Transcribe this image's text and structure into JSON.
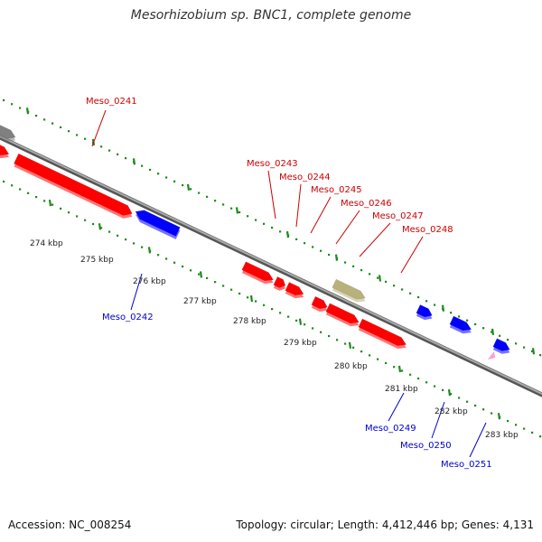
{
  "title": "Mesorhizobium sp. BNC1, complete genome",
  "footer": {
    "accession": "Accession: NC_008254",
    "summary": "Topology: circular; Length: 4,412,446 bp; Genes: 4,131"
  },
  "colors": {
    "backbone": "#888888",
    "forward_gene": "#ff0000",
    "reverse_gene": "#0000ff",
    "other_feature": "#b8b27a",
    "grey_feature": "#808080",
    "tick": "#1e8a1e",
    "forward_label": "#cc0000",
    "reverse_label": "#0000cc",
    "pink_marker": "#ff9ad5"
  },
  "ticks": [
    {
      "label": "274 kbp"
    },
    {
      "label": "275 kbp"
    },
    {
      "label": "276 kbp"
    },
    {
      "label": "277 kbp"
    },
    {
      "label": "278 kbp"
    },
    {
      "label": "279 kbp"
    },
    {
      "label": "280 kbp"
    },
    {
      "label": "281 kbp"
    },
    {
      "label": "282 kbp"
    },
    {
      "label": "283 kbp"
    }
  ],
  "genes": [
    {
      "id": "Meso_0241",
      "label": "Meso_0241",
      "strand": "forward",
      "labeled": true
    },
    {
      "id": "Meso_0242",
      "label": "Meso_0242",
      "strand": "reverse",
      "labeled": true
    },
    {
      "id": "Meso_0243",
      "label": "Meso_0243",
      "strand": "forward",
      "labeled": true
    },
    {
      "id": "Meso_0244",
      "label": "Meso_0244",
      "strand": "forward",
      "labeled": true
    },
    {
      "id": "Meso_0245",
      "label": "Meso_0245",
      "strand": "forward",
      "labeled": true
    },
    {
      "id": "Meso_0246",
      "label": "Meso_0246",
      "strand": "other",
      "labeled": true
    },
    {
      "id": "Meso_0247",
      "label": "Meso_0247",
      "strand": "forward",
      "labeled": true
    },
    {
      "id": "Meso_0248",
      "label": "Meso_0248",
      "strand": "forward",
      "labeled": true
    },
    {
      "id": "Meso_0249",
      "label": "Meso_0249",
      "strand": "reverse",
      "labeled": true
    },
    {
      "id": "Meso_0250",
      "label": "Meso_0250",
      "strand": "reverse",
      "labeled": true
    },
    {
      "id": "Meso_0251",
      "label": "Meso_0251",
      "strand": "reverse",
      "labeled": true
    }
  ]
}
